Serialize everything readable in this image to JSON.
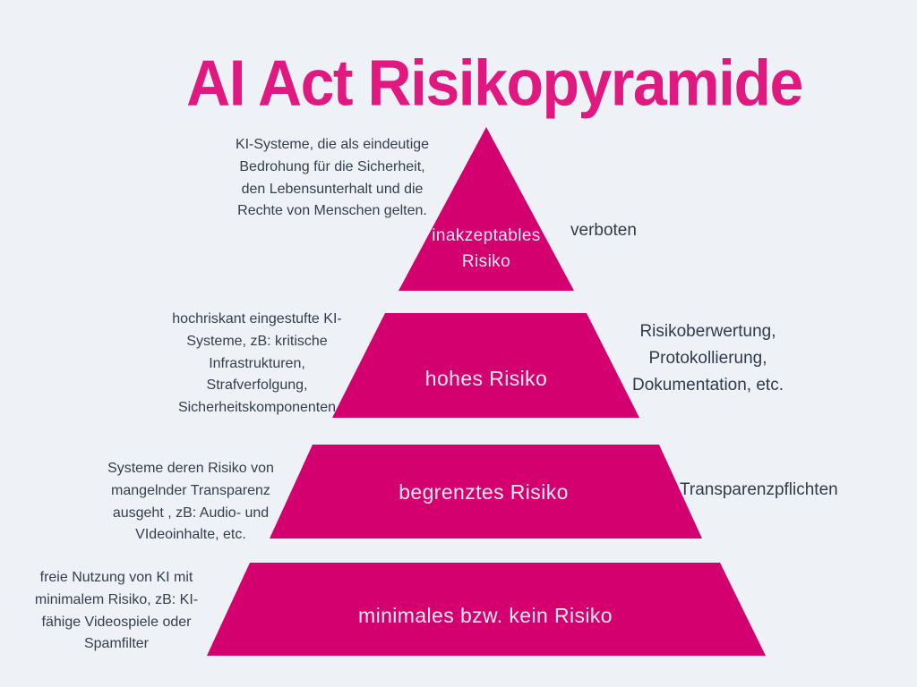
{
  "title": "AI Act Risikopyramide",
  "colors": {
    "background": "#EEF1F5",
    "pyramid_fill": "#D4006F",
    "title_text": "#E0187F",
    "note_text": "#333E4F",
    "level_label_text": "#F7E8F1"
  },
  "levels": [
    {
      "name": "inakzeptables Risiko",
      "left_note": "KI-Systeme, die als eindeutige Bedrohung für die Sicherheit, den Lebensunterhalt und die Rechte von Menschen gelten.",
      "right_note": "verboten"
    },
    {
      "name": "hohes Risiko",
      "left_note": "hochriskant eingestufte KI-Systeme, zB: kritische Infrastrukturen, Strafverfolgung, Sicherheitskomponenten",
      "right_note": "Risikoberwertung, Protokollierung, Dokumentation, etc."
    },
    {
      "name": "begrenztes Risiko",
      "left_note": "Systeme deren Risiko von mangelnder Transparenz ausgeht , zB: Audio- und VIdeoinhalte, etc.",
      "right_note": "Transparenzpflichten"
    },
    {
      "name": "minimales bzw. kein Risiko",
      "left_note": "freie Nutzung von KI mit minimalem Risiko, zB: KI-fähige Videospiele oder Spamfilter",
      "right_note": ""
    }
  ]
}
